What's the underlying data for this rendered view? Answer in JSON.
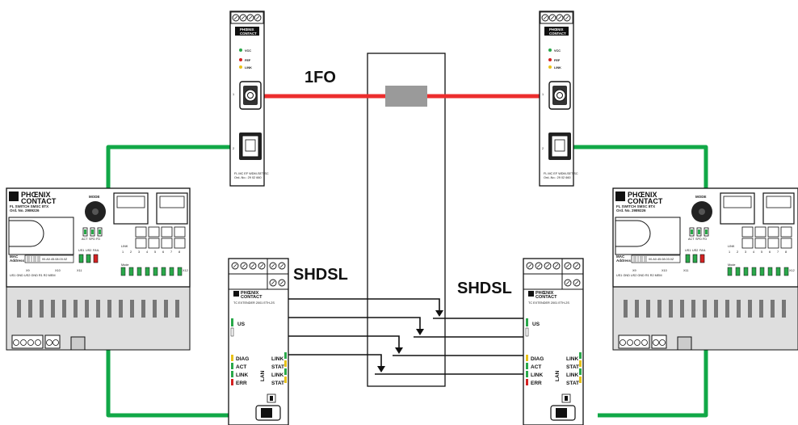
{
  "labels": {
    "fiber": "1FO",
    "shdsl_left": "SHDSL",
    "shdsl_right": "SHDSL"
  },
  "media_converter": {
    "brand_line1": "PHŒNIX",
    "brand_line2": "CONTACT",
    "leds": [
      "VCC",
      "FEF",
      "LINK"
    ],
    "port1": "1",
    "port2": "2",
    "model": "FL MC EF WDM-SET SC",
    "order": "Ord.-No.: 29 02 660"
  },
  "switch": {
    "brand_line1": "PHŒNIX",
    "brand_line2": "CONTACT",
    "model": "FL SWITCH SMSC 8TX",
    "order": "Ord. No. 2989226",
    "mode": "MODE",
    "mode_leds": [
      "ACT",
      "SPD",
      "FD"
    ],
    "mac_label": "MAC",
    "address_label": "Address",
    "mac_value": "00.A0.45.08.03.0Z",
    "supply_leds": [
      "US1",
      "US2",
      "FAIL"
    ],
    "link": "LINK",
    "mode_row": "Mode",
    "port_numbers": [
      "1",
      "2",
      "3",
      "4",
      "5",
      "6",
      "7",
      "8"
    ],
    "terminals": "US1 GND US2 GND  R1 R2  MEM",
    "x_labels": [
      "X9",
      "X10",
      "X11",
      "X12"
    ]
  },
  "extender": {
    "brand_line1": "PHŒNIX",
    "brand_line2": "CONTACT",
    "model": "TC EXTENDER 2001 ETH-2S",
    "us": "US",
    "left_leds": [
      "DIAG",
      "ACT",
      "LINK",
      "ERR"
    ],
    "right_leds": [
      "LINK",
      "STAT",
      "LINK",
      "STAT"
    ],
    "lan": "LAN"
  },
  "colors": {
    "fiber": "#ec2d2d",
    "ethernet": "#11a847",
    "coupler": "#9a9a9a",
    "led_green": "#2aa84a",
    "led_red": "#d42222",
    "led_yellow": "#e8c21a"
  }
}
